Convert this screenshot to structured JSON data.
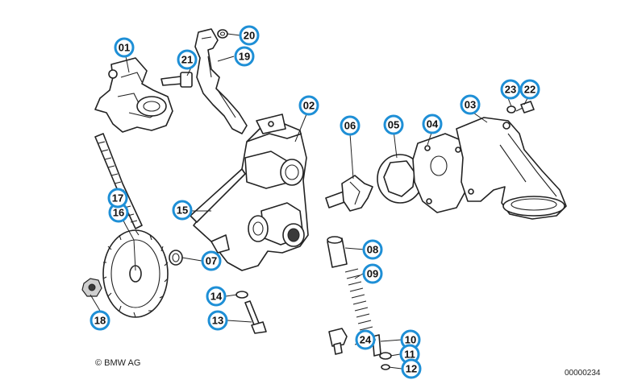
{
  "copyright": "© BMW AG",
  "diagram_id": "00000234",
  "callouts": [
    {
      "id": "01"
    },
    {
      "id": "02"
    },
    {
      "id": "03"
    },
    {
      "id": "04"
    },
    {
      "id": "05"
    },
    {
      "id": "06"
    },
    {
      "id": "07"
    },
    {
      "id": "08"
    },
    {
      "id": "09"
    },
    {
      "id": "10"
    },
    {
      "id": "11"
    },
    {
      "id": "12"
    },
    {
      "id": "13"
    },
    {
      "id": "14"
    },
    {
      "id": "15"
    },
    {
      "id": "16"
    },
    {
      "id": "17"
    },
    {
      "id": "18"
    },
    {
      "id": "19"
    },
    {
      "id": "20"
    },
    {
      "id": "21"
    },
    {
      "id": "22"
    },
    {
      "id": "23"
    },
    {
      "id": "24"
    }
  ]
}
